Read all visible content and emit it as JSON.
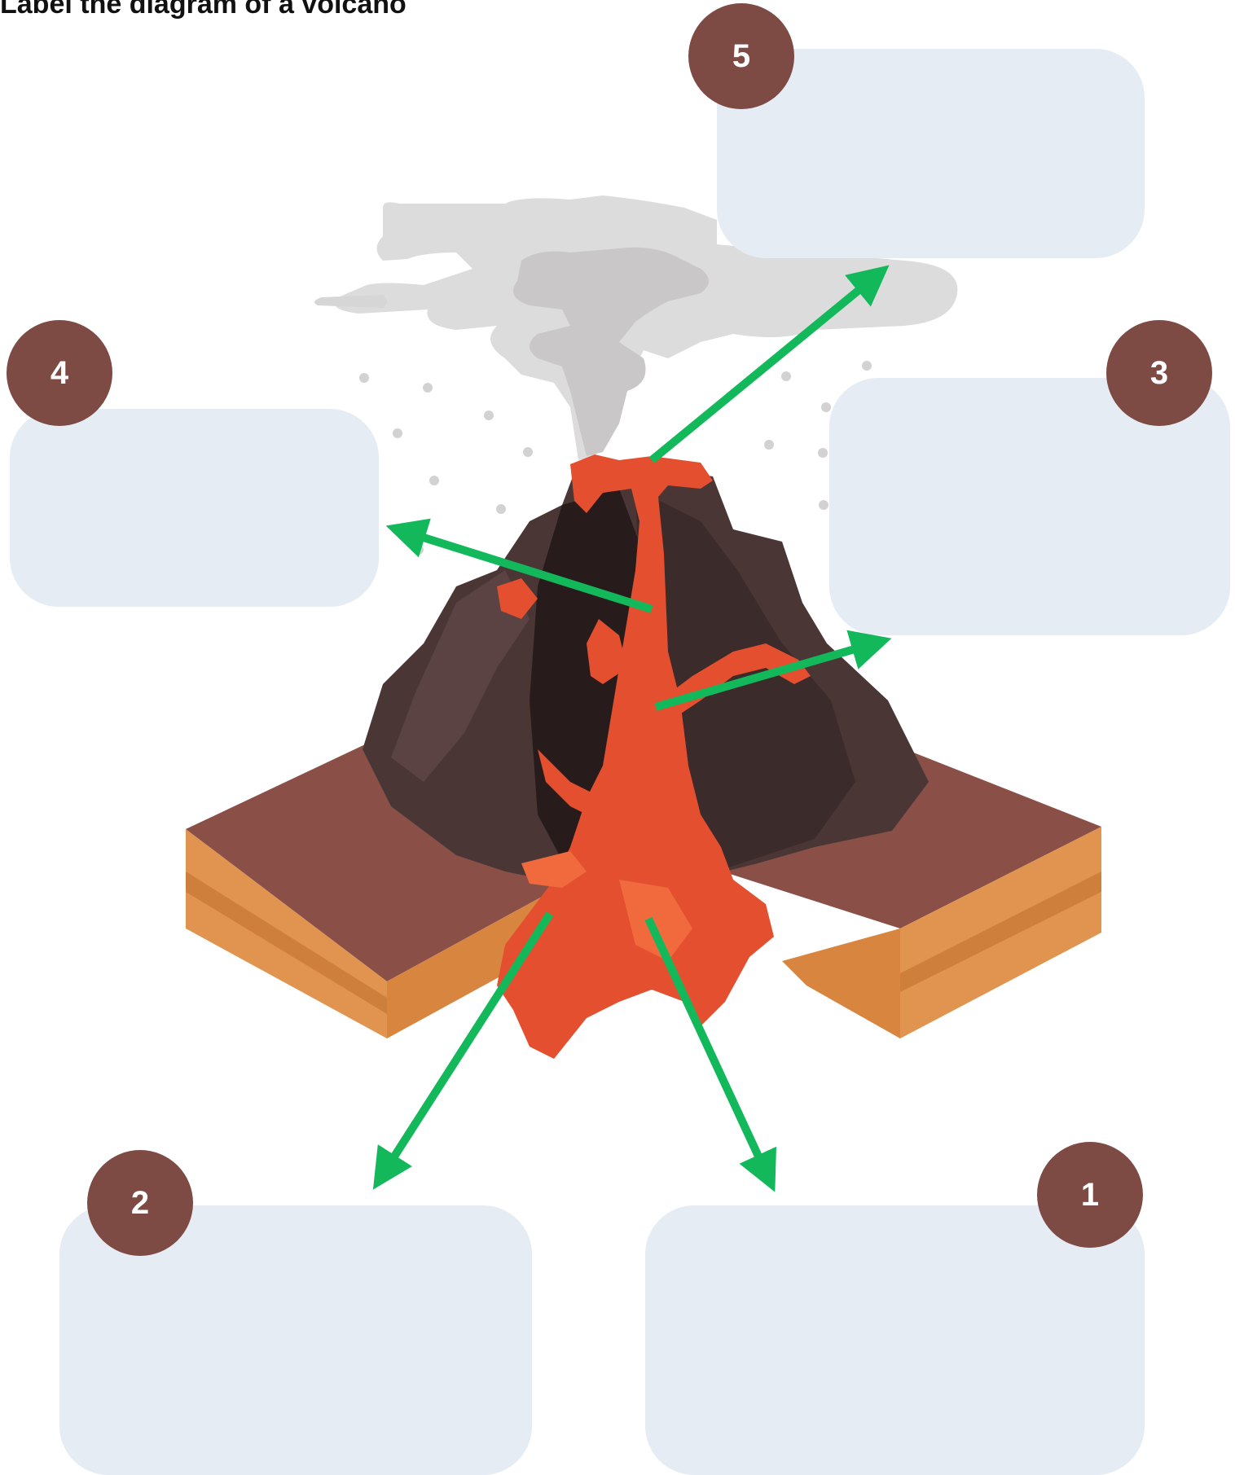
{
  "title": "Label the diagram of a volcano",
  "labels": [
    {
      "number": "1",
      "text": ""
    },
    {
      "number": "2",
      "text": ""
    },
    {
      "number": "3",
      "text": ""
    },
    {
      "number": "4",
      "text": ""
    },
    {
      "number": "5",
      "text": ""
    }
  ],
  "colors": {
    "arrow": "#12b85a",
    "badge": "#7e4a44",
    "box": "#e5ecf3",
    "lava": "#e4502f",
    "rock": "#4a3635",
    "soil": "#8a5048",
    "earth": "#e0944f",
    "smoke": "#d4d4d4"
  }
}
